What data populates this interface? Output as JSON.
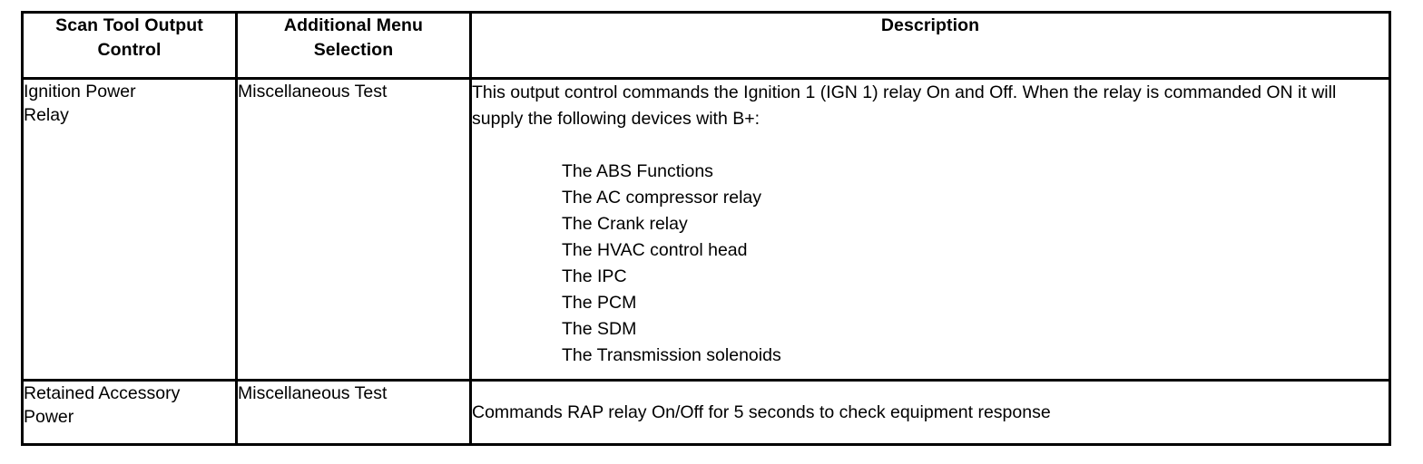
{
  "table": {
    "headers": [
      {
        "lines": [
          "Scan Tool Output",
          "Control"
        ]
      },
      {
        "lines": [
          "Additional Menu",
          "Selection"
        ]
      },
      {
        "lines": [
          "Description"
        ]
      }
    ],
    "rows": [
      {
        "control_lines": [
          "Ignition Power",
          "Relay"
        ],
        "menu": "Miscellaneous Test",
        "description_paragraph": "This output control commands the Ignition 1 (IGN 1) relay On and Off. When the relay is commanded ON it will supply the following devices with B+:",
        "description_items": [
          "The ABS Functions",
          "The AC compressor relay",
          "The Crank relay",
          "The HVAC control head",
          "The IPC",
          "The PCM",
          "The SDM",
          "The Transmission solenoids"
        ]
      },
      {
        "control_lines": [
          "Retained Accessory",
          "Power"
        ],
        "menu": "Miscellaneous Test",
        "description_paragraph": "Commands RAP relay On/Off for 5 seconds to check equipment response",
        "description_items": []
      }
    ]
  },
  "colors": {
    "border": "#000000",
    "text": "#000000",
    "background": "#ffffff"
  }
}
